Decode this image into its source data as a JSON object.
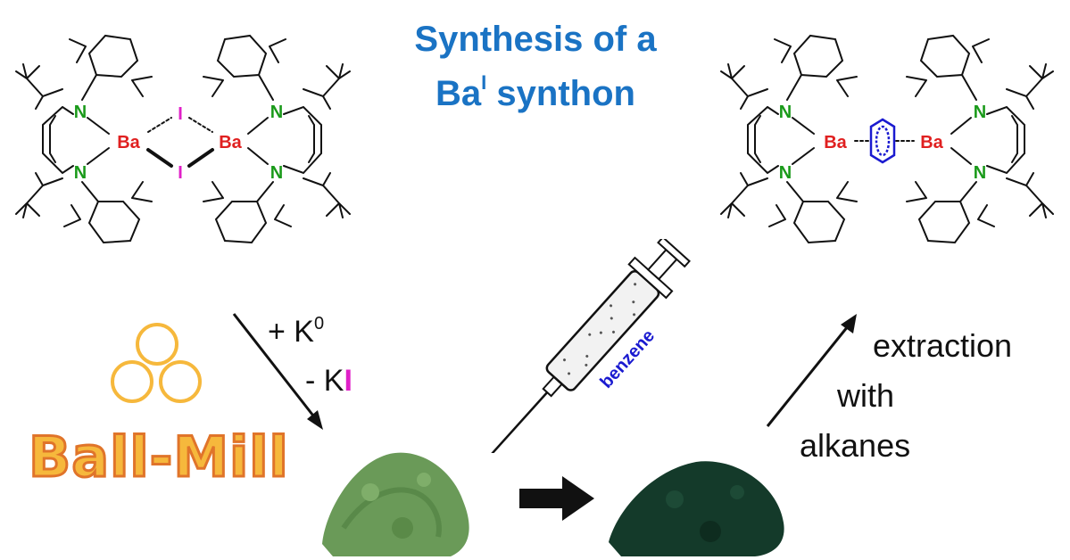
{
  "title": {
    "line1": "Synthesis of a",
    "line2_prefix": "Ba",
    "line2_sup": "I",
    "line2_suffix": " synthon"
  },
  "reagents": {
    "add_prefix": "+ K",
    "add_sup": "0",
    "remove_prefix": "- K",
    "remove_suffix": "I"
  },
  "syringe_label": "benzene",
  "extraction": {
    "line1": "extraction",
    "line2": "with",
    "line3": "alkanes"
  },
  "ball_mill_label": "Ball-Mill",
  "atoms": {
    "nitrogen": "N",
    "barium": "Ba",
    "iodine": "I"
  },
  "colors": {
    "title": "#1a73c4",
    "nitrogen": "#1a9a1a",
    "barium": "#e02020",
    "iodine": "#e020c8",
    "benzene_label": "#1a1ad0",
    "ball_mill_fill": "#f6b83c",
    "ball_mill_outline": "#e0742a",
    "powder_green": "#6a9a58",
    "powder_dark": "#143a2a"
  },
  "icons": [
    "ball-mill-icon",
    "syringe-icon",
    "arrow-icon",
    "powder-pile-icon",
    "benzene-ring-icon"
  ]
}
